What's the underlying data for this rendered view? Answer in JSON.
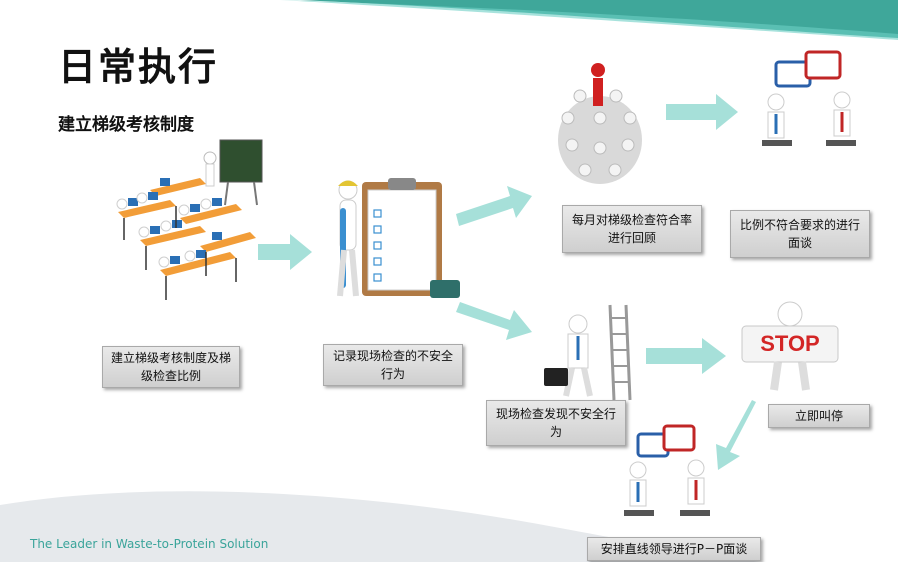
{
  "slide": {
    "title": "日常执行",
    "subtitle": "建立梯级考核制度",
    "footer": "The Leader in Waste-to-Protein Solution"
  },
  "steps": {
    "establish": "建立梯级考核制度及梯级检查比例",
    "record": "记录现场检查的不安全行为",
    "monthly_review": "每月对梯级检查符合率进行回顾",
    "low_ratio_interview": "比例不符合要求的进行面谈",
    "unsafe_found": "现场检查发现不安全行为",
    "stop_now": "立即叫停",
    "ptp_interview": "安排直线领导进行P－P面谈"
  },
  "images": {
    "stop_sign_text": "STOP"
  },
  "colors": {
    "accent": "#2a9d8f",
    "arrow": "#a6e0d9",
    "box": "#d8d8d8"
  }
}
